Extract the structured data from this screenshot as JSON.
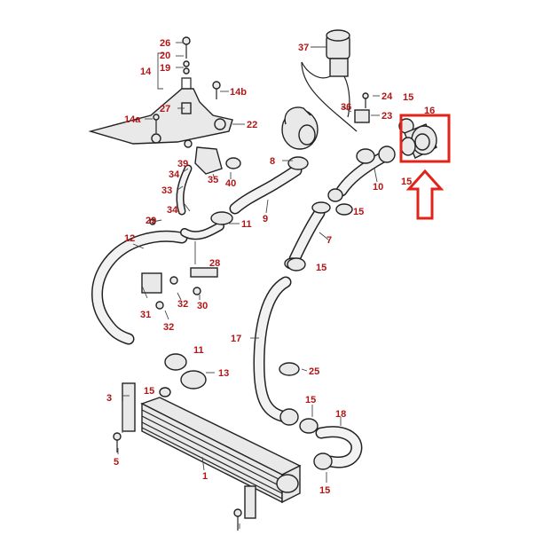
{
  "labels": {
    "l1": "1",
    "l3": "3",
    "l5": "5",
    "l7": "7",
    "l8": "8",
    "l9": "9",
    "l10": "10",
    "l11a": "11",
    "l11b": "11",
    "l12": "12",
    "l13": "13",
    "l14": "14",
    "l14a": "14a",
    "l14b": "14b",
    "l15a": "15",
    "l15b": "15",
    "l15c": "15",
    "l15d": "15",
    "l15e": "15",
    "l15f": "15",
    "l15g": "15",
    "l16": "16",
    "l17": "17",
    "l18": "18",
    "l19": "19",
    "l20": "20",
    "l22": "22",
    "l23": "23",
    "l24": "24",
    "l25": "25",
    "l26": "26",
    "l27": "27",
    "l28": "28",
    "l29": "29",
    "l30": "30",
    "l31": "31",
    "l32a": "32",
    "l32b": "32",
    "l33": "33",
    "l34": "34",
    "l34dot": "34.",
    "l35": "35",
    "l36": "36",
    "l37": "37",
    "l39": "39",
    "l40": "40"
  },
  "colors": {
    "label": "#b01616",
    "highlight": "#e2231a",
    "line": "#222222"
  }
}
